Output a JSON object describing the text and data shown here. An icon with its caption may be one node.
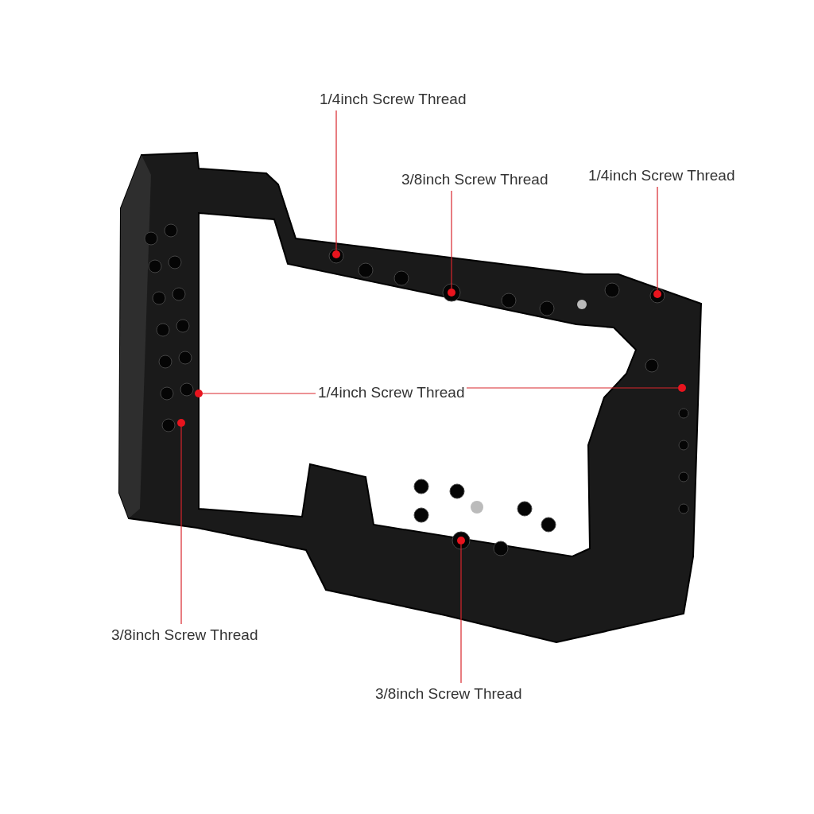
{
  "diagram": {
    "nodes": [
      {
        "text": [
          "1/4inch Screw Thread"
        ]
      },
      {
        "text": [
          "3/8inch Screw Thread"
        ]
      },
      {
        "text": [
          "1/4inch Screw Thread"
        ]
      },
      {
        "text": [
          "1/4inch Screw Thread"
        ]
      },
      {
        "text": [
          "3/8inch Screw Thread"
        ]
      },
      {
        "text": [
          "3/8inch Screw Thread"
        ]
      },
      {
        "text": [],
        "shape": "circle"
      },
      {
        "text": [],
        "shape": "circle"
      },
      {
        "text": [],
        "shape": "circle"
      },
      {
        "text": [],
        "shape": "circle"
      },
      {
        "text": [],
        "shape": "circle"
      },
      {
        "text": [],
        "shape": "circle"
      },
      {
        "text": [],
        "shape": "circle"
      }
    ],
    "edges": [
      {
        "from": 0,
        "to": 6,
        "arrow": "none"
      },
      {
        "from": 1,
        "to": 7,
        "arrow": "none"
      },
      {
        "from": 2,
        "to": 8,
        "arrow": "none"
      },
      {
        "from": 3,
        "to": 9,
        "arrow": "none"
      },
      {
        "from": 3,
        "to": 10,
        "arrow": "none"
      },
      {
        "from": 4,
        "to": 11,
        "arrow": "none"
      },
      {
        "from": 5,
        "to": 12,
        "arrow": "none"
      }
    ]
  }
}
